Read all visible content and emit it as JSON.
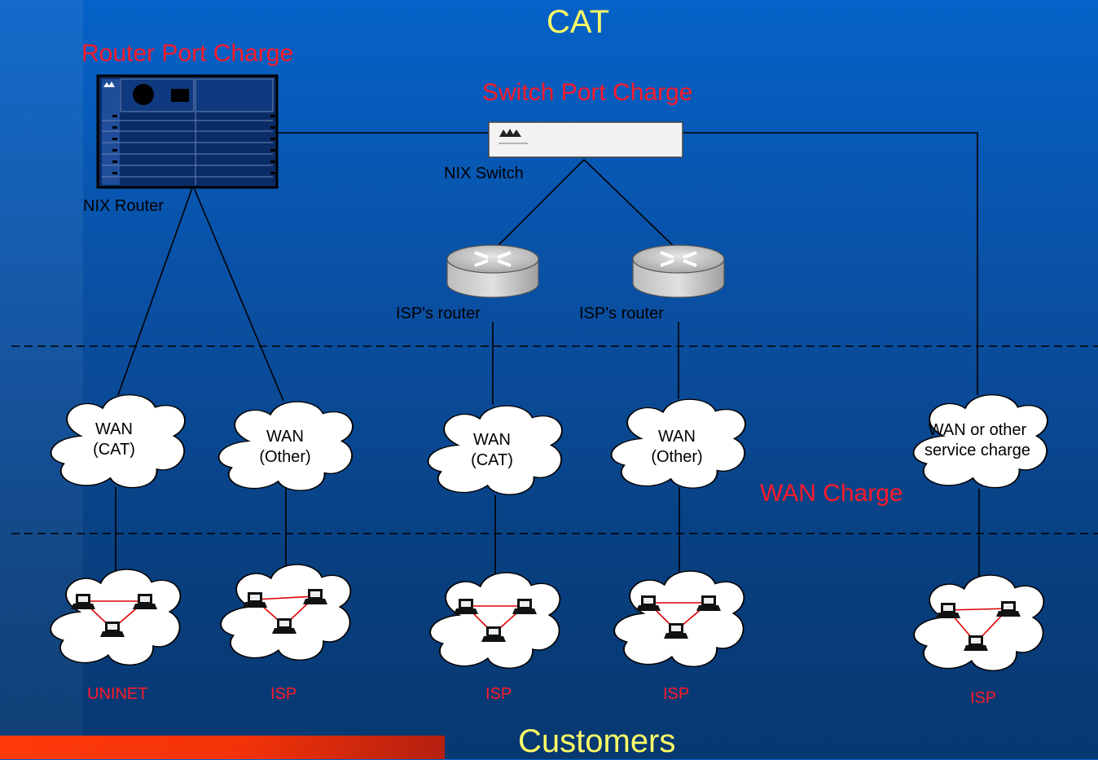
{
  "title_top": "CAT",
  "title_bottom": "Customers",
  "charges": {
    "router_port": "Router Port Charge",
    "switch_port": "Switch Port Charge",
    "wan": "WAN Charge"
  },
  "devices": {
    "nix_router": "NIX Router",
    "nix_switch": "NIX  Switch",
    "isp_router_1": "ISP's router",
    "isp_router_2": "ISP's router"
  },
  "wan_clouds": [
    {
      "line1": "WAN",
      "line2": "(CAT)"
    },
    {
      "line1": "WAN",
      "line2": "(Other)"
    },
    {
      "line1": "WAN",
      "line2": "(CAT)"
    },
    {
      "line1": "WAN",
      "line2": "(Other)"
    },
    {
      "line1": "WAN or other",
      "line2": "service charge"
    }
  ],
  "customers": [
    "UNINET",
    "ISP",
    "ISP",
    "ISP",
    "ISP"
  ],
  "colors": {
    "background": "#0a4d9d",
    "title": "#ffff66",
    "charge": "#ff1a2a",
    "accent_bar": "#ff3a0a"
  },
  "icons": [
    "router-chassis-icon",
    "switch-icon",
    "isp-router-icon",
    "cloud-icon",
    "customer-network-cloud-icon"
  ]
}
